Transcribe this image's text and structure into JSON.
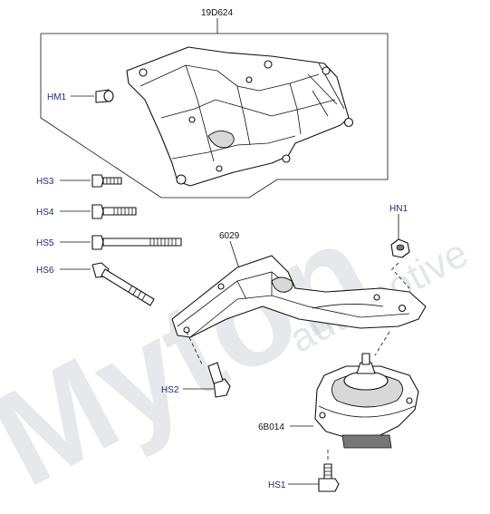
{
  "labels": {
    "bracket_top": "19D624",
    "hm1": "HM1",
    "hs3": "HS3",
    "hs4": "HS4",
    "hs5": "HS5",
    "hs6": "HS6",
    "bracket_arm": "6029",
    "hn1": "HN1",
    "hs2": "HS2",
    "mount": "6B014",
    "hs1": "HS1"
  },
  "watermark": {
    "main": "Myton",
    "sub": "automotive"
  },
  "colors": {
    "part_code": "#1f2a7a",
    "line": "#111111",
    "watermark": "#c9ced6"
  }
}
